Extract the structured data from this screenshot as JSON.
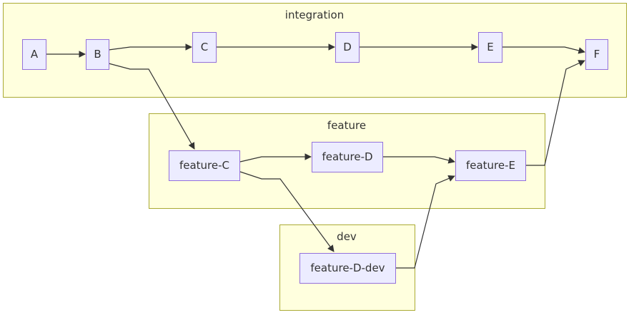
{
  "clusters": {
    "integration": {
      "label": "integration"
    },
    "feature": {
      "label": "feature"
    },
    "dev": {
      "label": "dev"
    }
  },
  "nodes": {
    "A": {
      "label": "A"
    },
    "B": {
      "label": "B"
    },
    "C": {
      "label": "C"
    },
    "D": {
      "label": "D"
    },
    "E": {
      "label": "E"
    },
    "F": {
      "label": "F"
    },
    "feature_C": {
      "label": "feature-C"
    },
    "feature_D": {
      "label": "feature-D"
    },
    "feature_E": {
      "label": "feature-E"
    },
    "feature_D_dev": {
      "label": "feature-D-dev"
    }
  },
  "edges": [
    {
      "from": "A",
      "to": "B"
    },
    {
      "from": "B",
      "to": "C"
    },
    {
      "from": "C",
      "to": "D"
    },
    {
      "from": "D",
      "to": "E"
    },
    {
      "from": "E",
      "to": "F"
    },
    {
      "from": "B",
      "to": "feature-C"
    },
    {
      "from": "feature-C",
      "to": "feature-D"
    },
    {
      "from": "feature-D",
      "to": "feature-E"
    },
    {
      "from": "feature-E",
      "to": "F"
    },
    {
      "from": "feature-C",
      "to": "feature-D-dev"
    },
    {
      "from": "feature-D-dev",
      "to": "feature-E"
    }
  ],
  "colors": {
    "cluster_fill": "#ffffde",
    "cluster_stroke": "#aaaa33",
    "node_fill": "#ececff",
    "node_stroke": "#9370db",
    "edge": "#333333",
    "text": "#333333"
  }
}
